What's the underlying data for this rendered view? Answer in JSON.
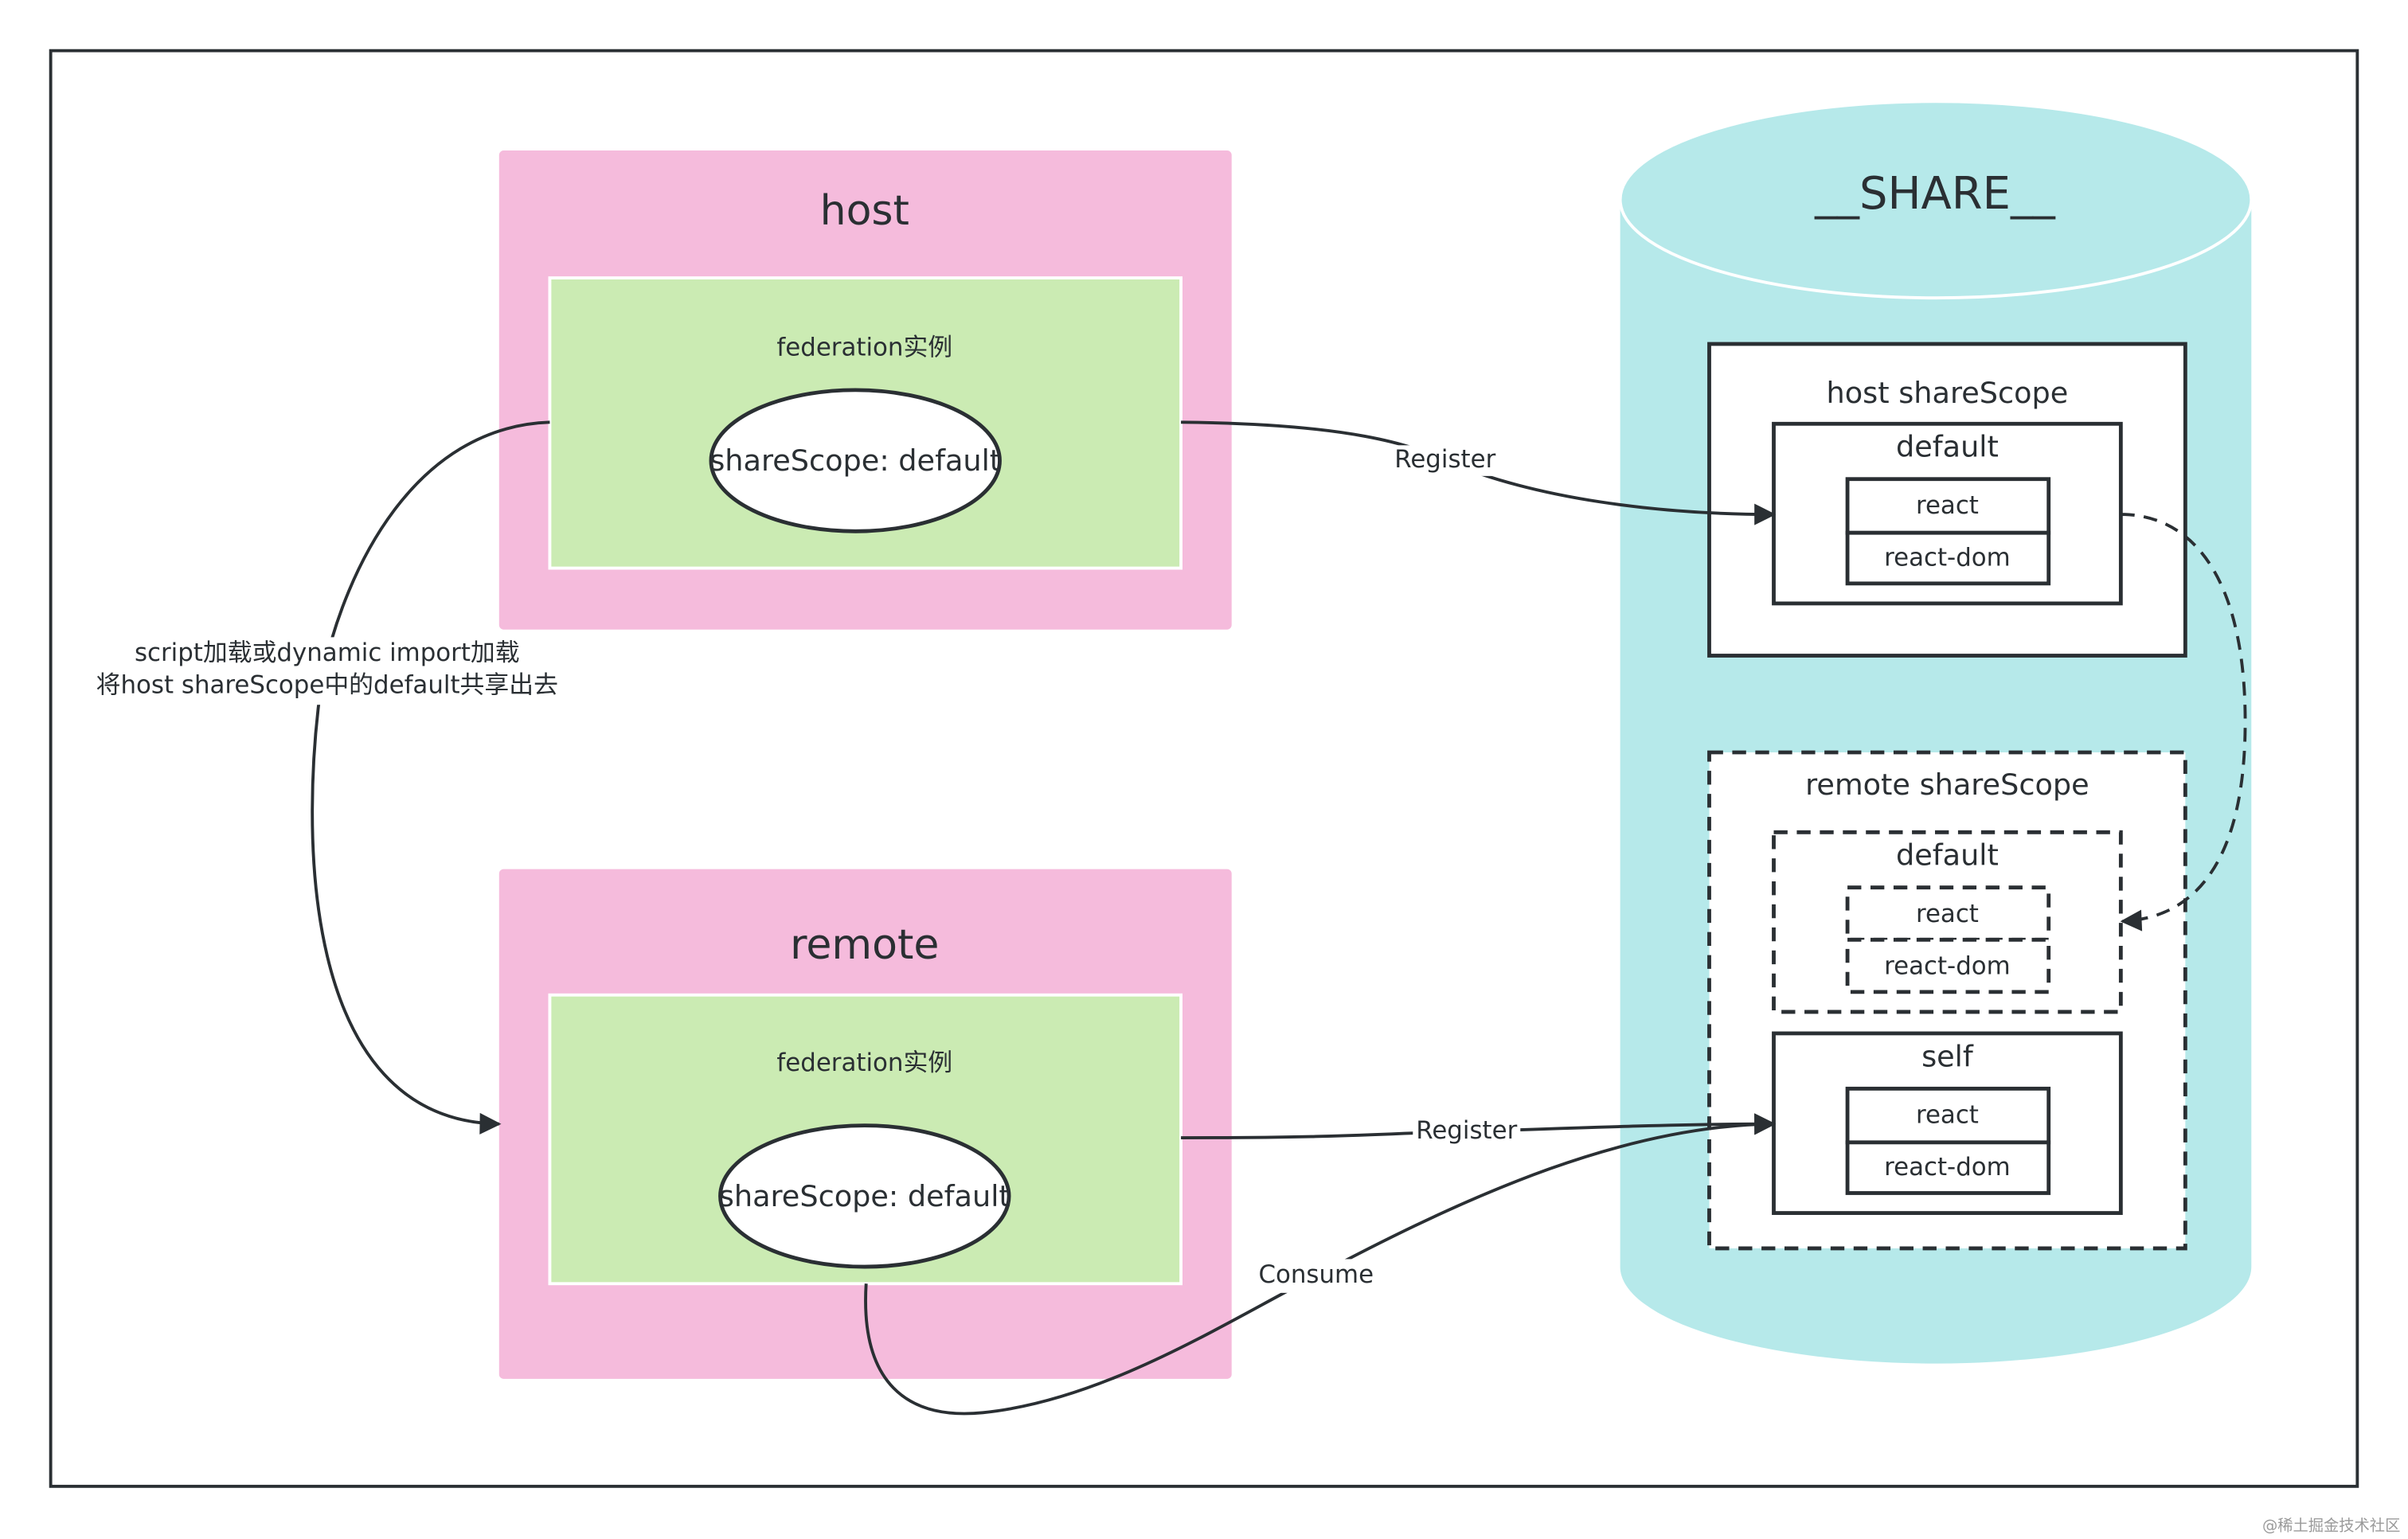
{
  "colors": {
    "host_container": "#f5bbdc",
    "federation": "#cbebb3",
    "share_store": "#b6e9ea",
    "stroke": "#2a2f33"
  },
  "host": {
    "title": "host",
    "federation_label": "federation实例",
    "share_scope": "shareScope: default"
  },
  "remote": {
    "title": "remote",
    "federation_label": "federation实例",
    "share_scope": "shareScope: default"
  },
  "share": {
    "title": "__SHARE__",
    "host_scope": {
      "title": "host shareScope",
      "group": "default",
      "items": [
        "react",
        "react-dom"
      ]
    },
    "remote_scope": {
      "title": "remote shareScope",
      "default_group": "default",
      "default_items": [
        "react",
        "react-dom"
      ],
      "self_group": "self",
      "self_items": [
        "react",
        "react-dom"
      ]
    }
  },
  "edges": {
    "host_register": "Register",
    "remote_register": "Register",
    "consume": "Consume",
    "load_line1": "script加载或dynamic import加载",
    "load_line2": "将host shareScope中的default共享出去"
  },
  "watermark": "@稀土掘金技术社区"
}
